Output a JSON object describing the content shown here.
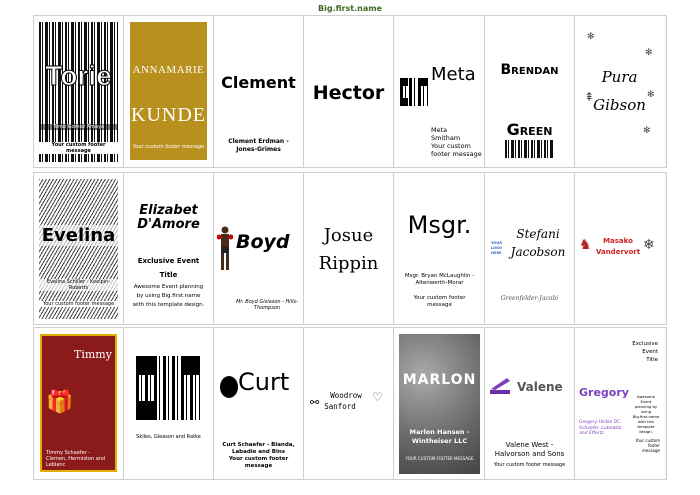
{
  "page_title": "Big.first.name",
  "colors": {
    "title_green": "#3a6b1f",
    "gold": "#b8901e",
    "maroon": "#8b1a1a",
    "purple": "#7b3fbf",
    "red_name": "#cc2222"
  },
  "row1": {
    "c0": {
      "name": "Torie",
      "garbled": "Tomo Gomez Amaya",
      "footer": "Your custom footer message"
    },
    "c1": {
      "first": "ANNAMARIE",
      "last": "KUNDE",
      "footer": "Your custom footer message"
    },
    "c2": {
      "name": "Clement",
      "sub": "Clement Erdman - Jones-Grimes"
    },
    "c3": {
      "name": "Hector"
    },
    "c4": {
      "name": "Meta",
      "l1": "Meta",
      "l2": "Smitham",
      "l3": "Your custom",
      "l4": "footer message"
    },
    "c5": {
      "first": "Brendan",
      "last": "Green"
    },
    "c6": {
      "first": "Pura",
      "last": "Gibson"
    }
  },
  "row2": {
    "c0": {
      "name": "Evelina",
      "sub": "Evelina Schiller - Koelpin-Roberts",
      "footer": "Your custom footer message"
    },
    "c1": {
      "first": "Elizabet",
      "last": "D'Amore",
      "h1": "Exclusive Event",
      "h2": "Title",
      "body": "Awesome Event planning by using Big.first.name with this template design."
    },
    "c2": {
      "name": "Boyd",
      "sub": "Mr. Boyd Gislason - Hills-Thompson"
    },
    "c3": {
      "first": "Josue",
      "last": "Rippin"
    },
    "c4": {
      "name": "Msgr.",
      "sub": "Msgr. Bryan McLaughlin - Altenwerth-Morar",
      "footer": "Your custom footer message"
    },
    "c5": {
      "first": "Stefani",
      "last": "Jacobson",
      "logo": "YOUR LOGO HERE",
      "sig": "Greenfelder-Jacobi"
    },
    "c6": {
      "first": "Masako",
      "last": "Vandervort"
    }
  },
  "row3": {
    "c0": {
      "name": "Timmy",
      "sub": "Timmy Schaefer - Clemen, Hermiston and Leblanc"
    },
    "c1": {
      "sub": "Skiles, Gleason and Ratke"
    },
    "c2": {
      "name": "Curt",
      "sub": "Curt Schaefer - Blanda, Labadie and Bins",
      "footer": "Your custom footer message"
    },
    "c3": {
      "first": "Woodrow",
      "last": "Sanford"
    },
    "c4": {
      "name": "MARLON",
      "sub": "Marlon Hansen - Wintheiser LLC",
      "footer": "YOUR CUSTOM FOOTER MESSAGE"
    },
    "c5": {
      "name": "Valene",
      "sub": "Valene West - Halvorson and Sons",
      "footer": "Your custom footer message"
    },
    "c6": {
      "name": "Gregory",
      "h1": "Exclusive",
      "h2": "Event",
      "h3": "Title",
      "body": "Awesome Event planning by using Big.first.name with this template design.",
      "sub": "Gregory Hickle DC",
      "sub2": "Schaefer, Lubowitz and Effertz",
      "footer": "Your custom footer message"
    }
  }
}
